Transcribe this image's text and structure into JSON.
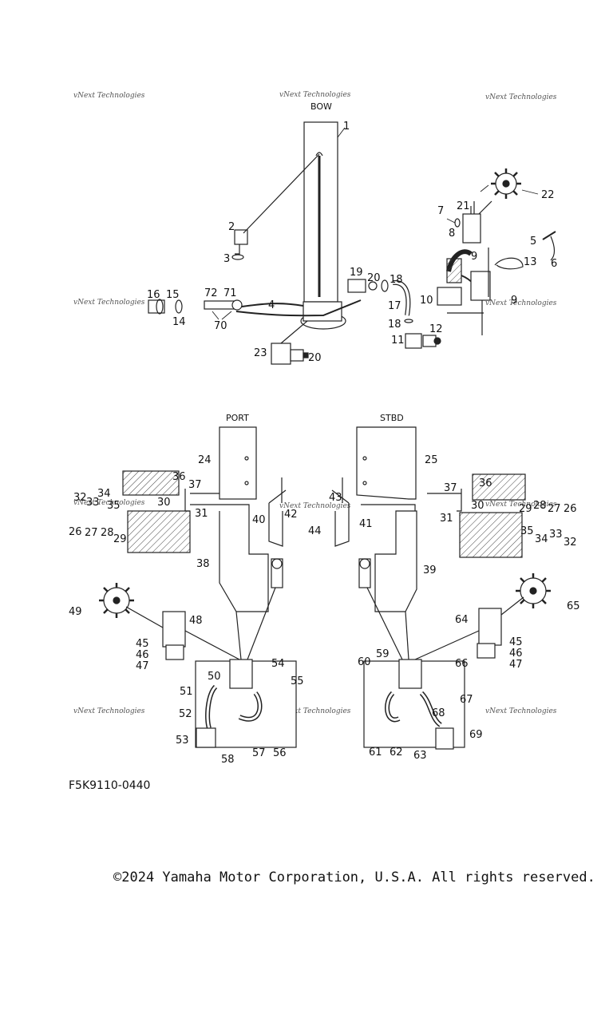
{
  "diagram": {
    "captions": {
      "bow": "BOW",
      "port": "PORT",
      "stbd": "STBD"
    },
    "watermark": "vNext Technologies",
    "figure_code": "F5K9110-0440",
    "copyright": "©2024 Yamaha Motor Corporation, U.S.A. All rights reserved.",
    "callouts": [
      "1",
      "2",
      "3",
      "4",
      "5",
      "6",
      "7",
      "8",
      "9",
      "9",
      "10",
      "11",
      "12",
      "13",
      "14",
      "15",
      "16",
      "17",
      "18",
      "18",
      "19",
      "20",
      "20",
      "21",
      "22",
      "23",
      "70",
      "71",
      "72",
      "24",
      "25",
      "26",
      "26",
      "27",
      "27",
      "28",
      "28",
      "29",
      "29",
      "30",
      "30",
      "31",
      "31",
      "32",
      "32",
      "33",
      "33",
      "34",
      "34",
      "35",
      "35",
      "36",
      "36",
      "37",
      "37",
      "38",
      "39",
      "40",
      "41",
      "42",
      "43",
      "44",
      "45",
      "45",
      "46",
      "46",
      "47",
      "47",
      "48",
      "49",
      "50",
      "51",
      "52",
      "53",
      "54",
      "55",
      "56",
      "57",
      "58",
      "59",
      "60",
      "61",
      "62",
      "63",
      "64",
      "65",
      "66",
      "67",
      "68",
      "69"
    ]
  }
}
